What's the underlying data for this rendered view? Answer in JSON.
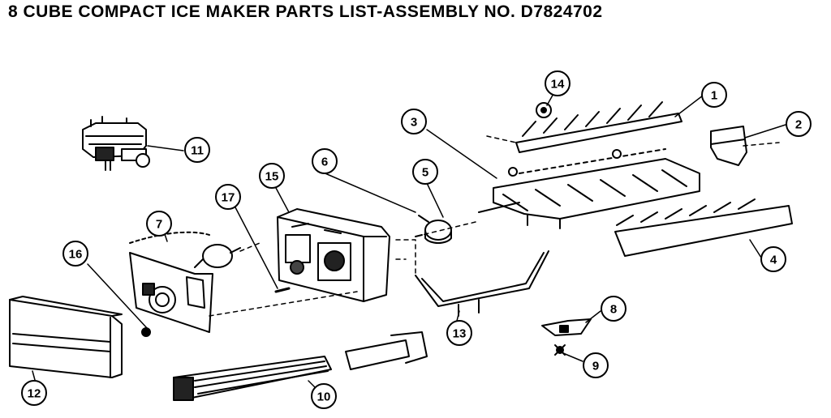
{
  "title": "8 CUBE COMPACT ICE MAKER PARTS LIST-ASSEMBLY NO. D7824702",
  "callouts": {
    "c1": "1",
    "c2": "2",
    "c3": "3",
    "c4": "4",
    "c5": "5",
    "c6": "6",
    "c7": "7",
    "c8": "8",
    "c9": "9",
    "c10": "10",
    "c11": "11",
    "c12": "12",
    "c13": "13",
    "c14": "14",
    "c15": "15",
    "c16": "16",
    "c17": "17"
  }
}
